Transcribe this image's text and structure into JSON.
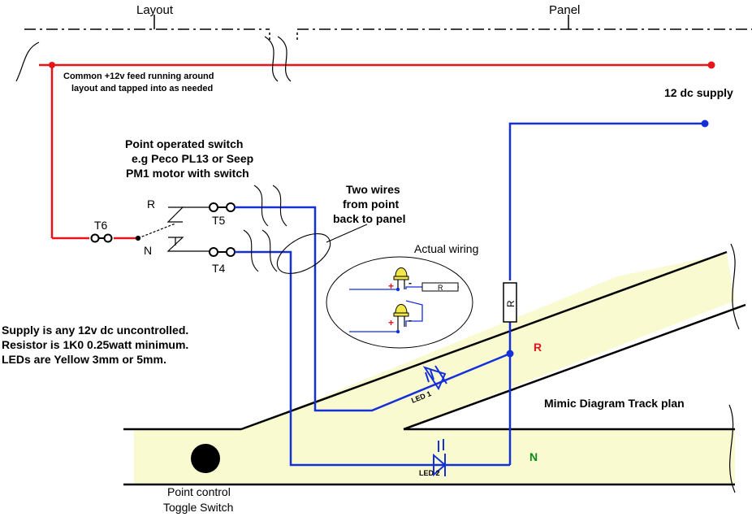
{
  "sections": {
    "layout": "Layout",
    "panel": "Panel"
  },
  "labels": {
    "common_feed_line1": "Common +12v feed running around",
    "common_feed_line2": "layout and tapped into as needed",
    "supply": "12 dc supply",
    "switch_line1": "Point operated switch",
    "switch_line2": "e.g Peco PL13 or Seep",
    "switch_line3": "PM1 motor with switch",
    "two_wires_line1": "Two wires",
    "two_wires_line2": "from point",
    "two_wires_line3": "back to panel",
    "actual_wiring": "Actual wiring",
    "notes_line1": "Supply is any 12v dc uncontrolled.",
    "notes_line2": "Resistor is 1K0  0.25watt minimum.",
    "notes_line3": "LEDs are Yellow 3mm or 5mm.",
    "mimic": "Mimic Diagram Track plan",
    "toggle_line1": "Point control",
    "toggle_line2": "Toggle Switch",
    "r_contact": "R",
    "n_contact": "N",
    "t4": "T4",
    "t5": "T5",
    "t6": "T6",
    "resistor": "R",
    "inset_resistor": "R",
    "route_r": "R",
    "route_n": "N",
    "led1": "LED 1",
    "led2": "LED 2",
    "plus": "+",
    "minus": "-"
  },
  "colors": {
    "feed": "#e8131b",
    "wire": "#1530d8",
    "track_fill": "#fafad0",
    "route_r": "#e8131b",
    "route_n": "#0a8a1a",
    "led_yellow": "#f2e84a"
  }
}
